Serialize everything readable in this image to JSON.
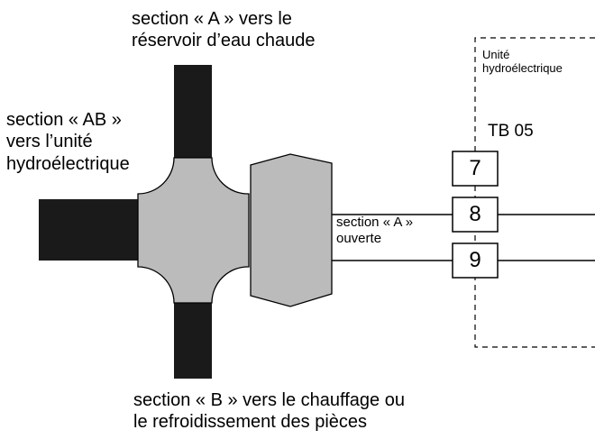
{
  "labels": {
    "section_a_line1": "section « A » vers le",
    "section_a_line2": "réservoir d’eau chaude",
    "section_ab_line1": "section « AB »",
    "section_ab_line2": "vers l’unité",
    "section_ab_line3": "hydroélectrique",
    "unit_line1": "Unité",
    "unit_line2": "hydroélectrique",
    "terminal_block": "TB 05",
    "open_line1": "section « A »",
    "open_line2": "ouverte",
    "section_b_line1": "section « B » vers le chauffage ou",
    "section_b_line2": "le refroidissement des pièces"
  },
  "terminals": [
    "7",
    "8",
    "9"
  ],
  "colors": {
    "pipe": "#1a1a1a",
    "valve_body": "#bbbbbb",
    "line": "#000000",
    "background": "#ffffff"
  }
}
